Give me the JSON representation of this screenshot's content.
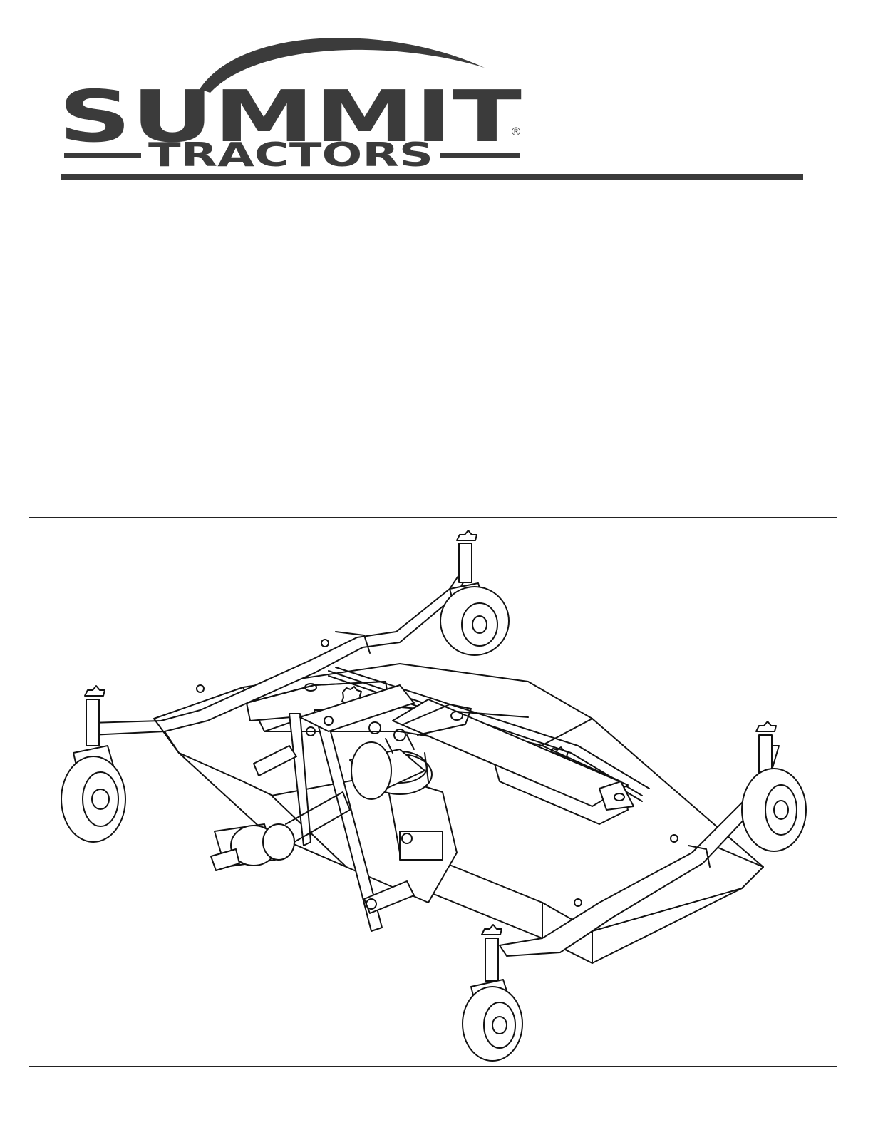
{
  "logo": {
    "brand": "SUMMIT",
    "sub": "TRACTORS",
    "mark": "®",
    "color": "#3b3b3b"
  },
  "figure": {
    "icon": "finish-mower-illustration"
  }
}
